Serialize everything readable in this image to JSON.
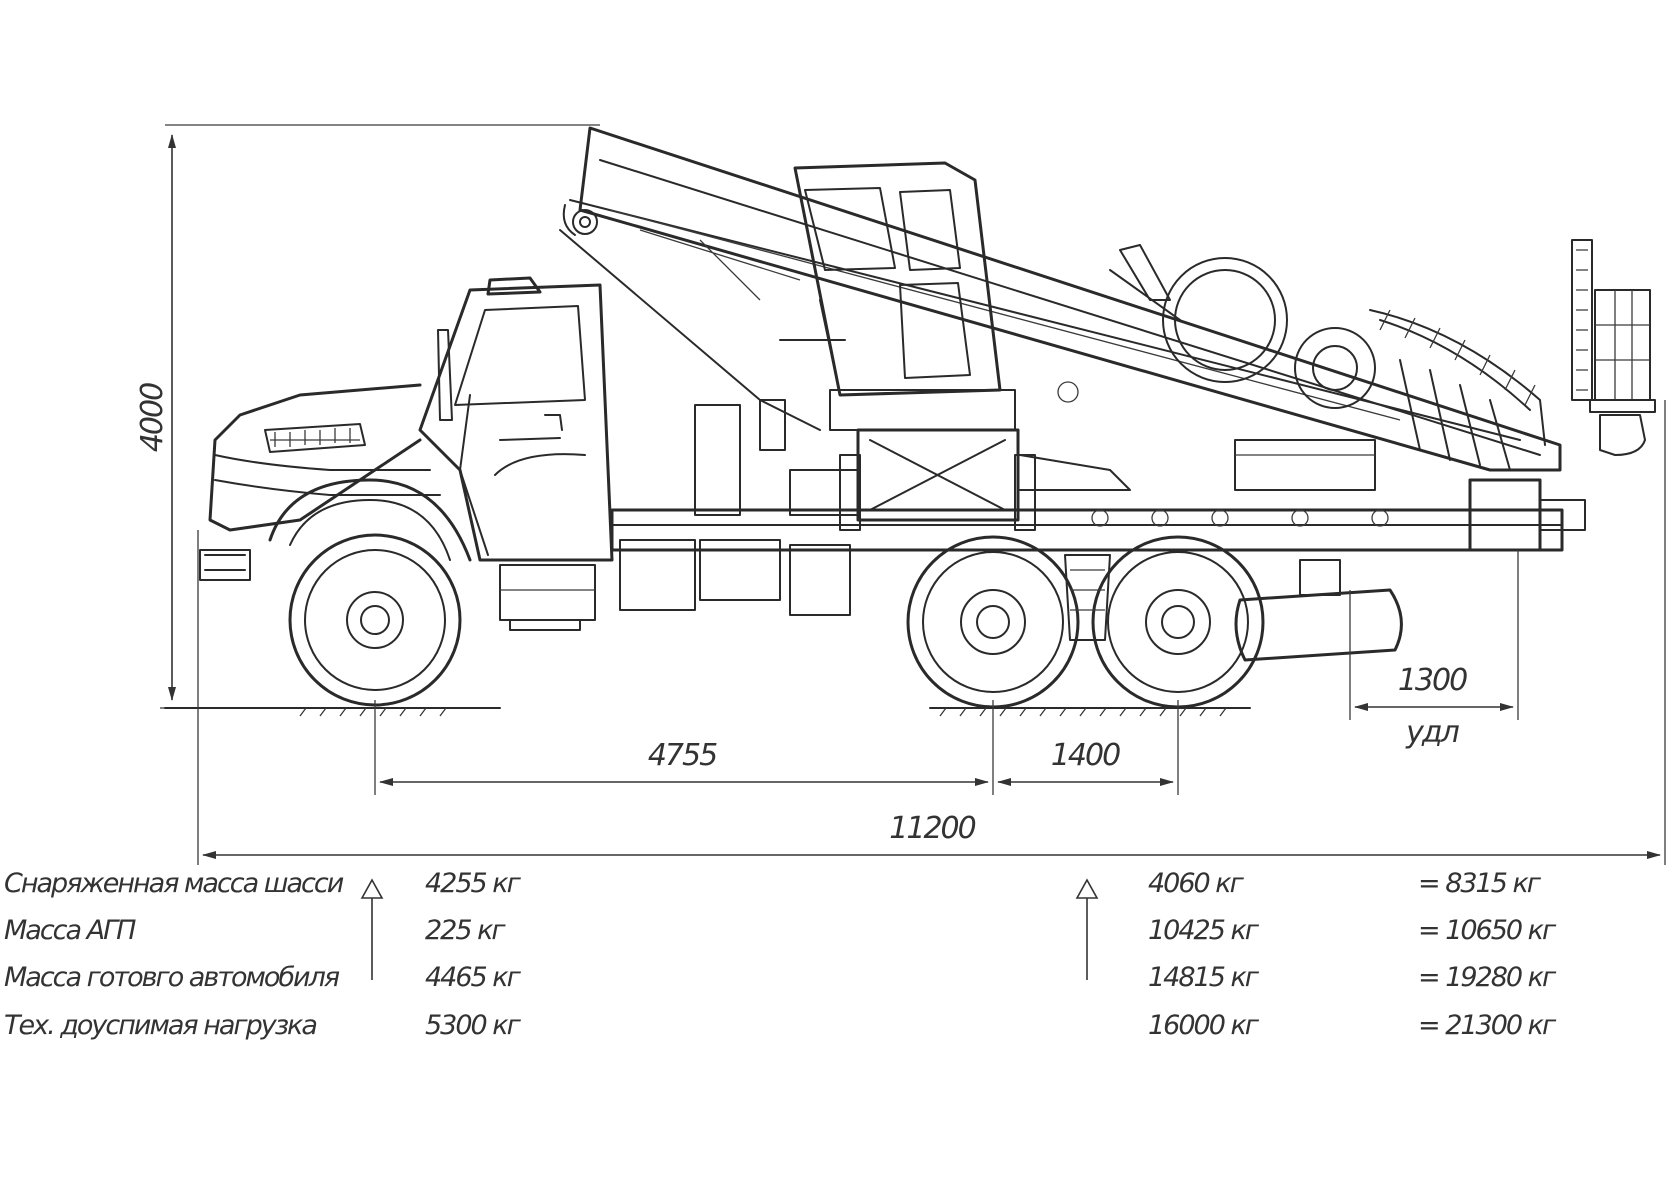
{
  "dimensions": {
    "overall_height": "4000",
    "wheelbase": "4755",
    "bogie_spacing": "1400",
    "overall_length": "11200",
    "overhang": "1300",
    "overhang_label": "удл"
  },
  "mass_table": {
    "rows": [
      {
        "label": "Снаряженная масса шасси",
        "front": "4255 кг",
        "rear": "4060 кг",
        "total": "= 8315 кг"
      },
      {
        "label": "Масса АГП",
        "front": "225 кг",
        "rear": "10425 кг",
        "total": "= 10650 кг"
      },
      {
        "label": "Масса готовго автомобиля",
        "front": "4465 кг",
        "rear": "14815 кг",
        "total": "= 19280 кг"
      },
      {
        "label": "Тех. доуспимая нагрузка",
        "front": "5300 кг",
        "rear": "16000 кг",
        "total": "= 21300 кг"
      }
    ]
  }
}
